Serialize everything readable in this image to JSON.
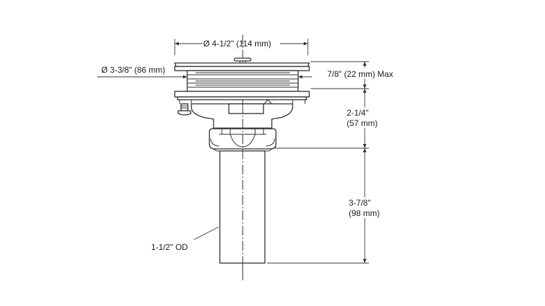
{
  "diagram": {
    "type": "technical-dimension-drawing",
    "subject": "basket strainer drain",
    "colors": {
      "line": "#2a2a2a",
      "background": "#ffffff"
    },
    "dimensions": {
      "flange_diameter": "Ø 4-1/2\" (114 mm)",
      "body_diameter": "Ø 3-3/8\" (86 mm)",
      "max_thickness": "7/8\" (22 mm) Max",
      "body_height_line1": "2-1/4\"",
      "body_height_line2": "(57 mm)",
      "tailpiece_length_line1": "3-7/8\"",
      "tailpiece_length_line2": "(98 mm)",
      "tailpiece_od": "1-1/2\" OD"
    }
  }
}
